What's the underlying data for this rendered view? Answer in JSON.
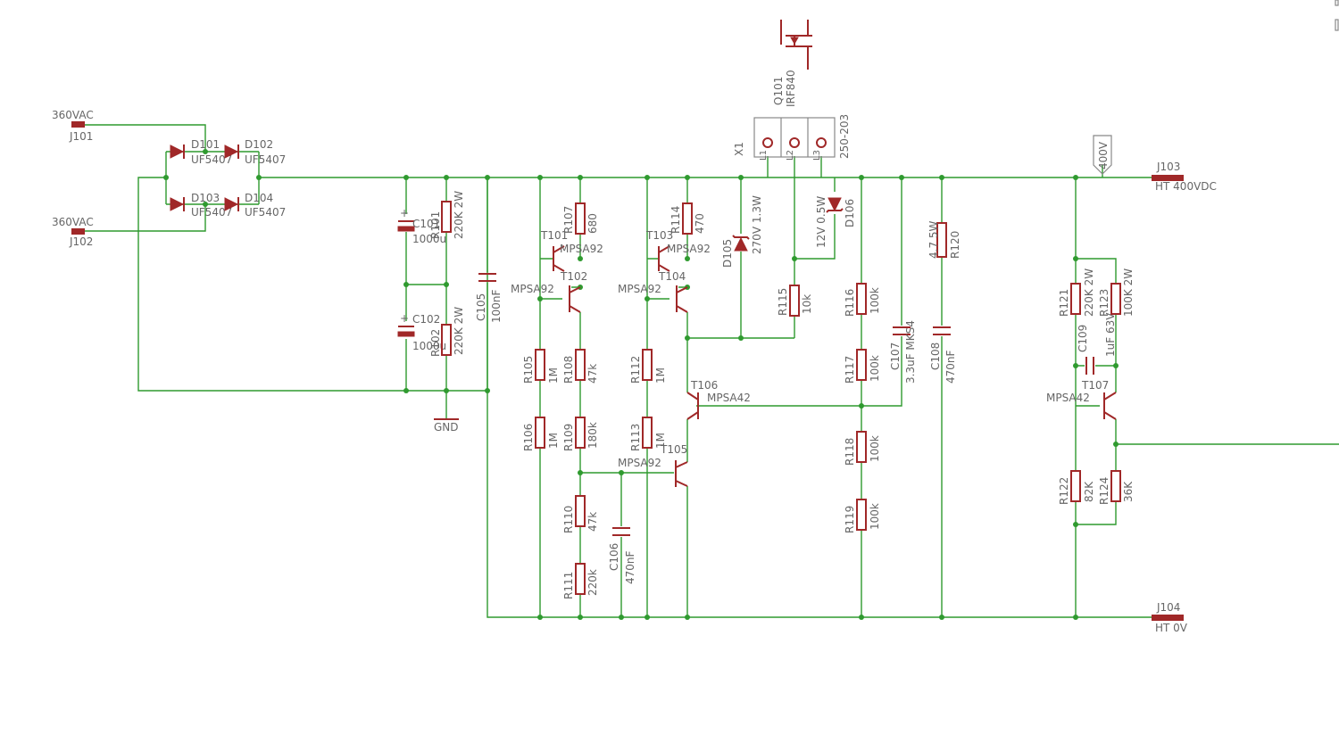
{
  "connectors": {
    "j101": {
      "name": "J101",
      "value": "360VAC"
    },
    "j102": {
      "name": "J102",
      "value": "360VAC"
    },
    "j103": {
      "name": "J103",
      "value": "HT 400VDC"
    },
    "j104": {
      "name": "J104",
      "value": "HT 0V"
    }
  },
  "supply_label": "400V",
  "gnd_label": "GND",
  "x1": {
    "name": "X1",
    "value": "250-203",
    "pins": [
      "L1",
      "L2",
      "L3"
    ]
  },
  "q101": {
    "name": "Q101",
    "value": "IRF840"
  },
  "diodes": {
    "d101": {
      "name": "D101",
      "value": "UF5407"
    },
    "d102": {
      "name": "D102",
      "value": "UF5407"
    },
    "d103": {
      "name": "D103",
      "value": "UF5407"
    },
    "d104": {
      "name": "D104",
      "value": "UF5407"
    },
    "d105": {
      "name": "D105",
      "value": "270V 1.3W"
    },
    "d106": {
      "name": "D106",
      "value": "12V 0.5W"
    }
  },
  "capacitors": {
    "c101": {
      "name": "C101",
      "value": "1000u"
    },
    "c102": {
      "name": "C102",
      "value": "1000u"
    },
    "c105": {
      "name": "C105",
      "value": "100nF"
    },
    "c106": {
      "name": "C106",
      "value": "470nF"
    },
    "c107": {
      "name": "C107",
      "value": "3.3uF MKS4"
    },
    "c108": {
      "name": "C108",
      "value": "470nF"
    },
    "c109": {
      "name": "C109",
      "value": "1uF 63V"
    }
  },
  "resistors": {
    "r101": {
      "name": "R101",
      "value": "220K 2W"
    },
    "r102": {
      "name": "R102",
      "value": "220K 2W"
    },
    "r105": {
      "name": "R105",
      "value": "1M"
    },
    "r106": {
      "name": "R106",
      "value": "1M"
    },
    "r107": {
      "name": "R107",
      "value": "680"
    },
    "r108": {
      "name": "R108",
      "value": "47k"
    },
    "r109": {
      "name": "R109",
      "value": "180k"
    },
    "r110": {
      "name": "R110",
      "value": "47k"
    },
    "r111": {
      "name": "R111",
      "value": "220k"
    },
    "r112": {
      "name": "R112",
      "value": "1M"
    },
    "r113": {
      "name": "R113",
      "value": "1M"
    },
    "r114": {
      "name": "R114",
      "value": "470"
    },
    "r115": {
      "name": "R115",
      "value": "10k"
    },
    "r116": {
      "name": "R116",
      "value": "100k"
    },
    "r117": {
      "name": "R117",
      "value": "100k"
    },
    "r118": {
      "name": "R118",
      "value": "100k"
    },
    "r119": {
      "name": "R119",
      "value": "100k"
    },
    "r120": {
      "name": "R120",
      "value": "4.7 5W"
    },
    "r121": {
      "name": "R121",
      "value": "220K 2W"
    },
    "r122": {
      "name": "R122",
      "value": "82K"
    },
    "r123": {
      "name": "R123",
      "value": "100K 2W"
    },
    "r124": {
      "name": "R124",
      "value": "36K"
    }
  },
  "transistors": {
    "t101": {
      "name": "T101",
      "value": "MPSA92"
    },
    "t102": {
      "name": "T102",
      "value": "MPSA92"
    },
    "t103": {
      "name": "T103",
      "value": "MPSA92"
    },
    "t104": {
      "name": "T104",
      "value": "MPSA92"
    },
    "t105": {
      "name": "T105",
      "value": "MPSA92"
    },
    "t106": {
      "name": "T106",
      "value": "MPSA42"
    },
    "t107": {
      "name": "T107",
      "value": "MPSA42"
    }
  },
  "colors": {
    "wire": "#2f9a2f",
    "part": "#a02828",
    "label": "#666666",
    "outline": "#888888"
  }
}
